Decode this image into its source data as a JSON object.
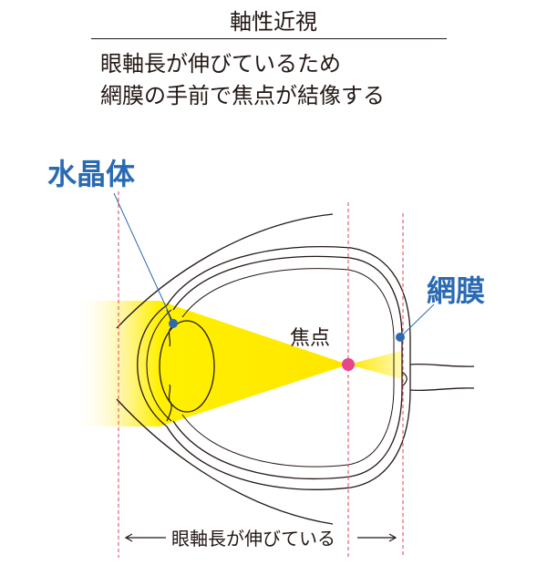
{
  "header": {
    "title": "軸性近視",
    "description_line1": "眼軸長が伸びているため",
    "description_line2": "網膜の手前で焦点が結像する"
  },
  "labels": {
    "lens": "水晶体",
    "retina": "網膜",
    "focal_point": "焦点",
    "axial_length": "眼軸長が伸びている"
  },
  "colors": {
    "label_blue": "#2a6ab3",
    "focus_pink": "#e8468b",
    "light_yellow": "#fff000",
    "guide_red": "#e0405a",
    "line": "#231815"
  }
}
